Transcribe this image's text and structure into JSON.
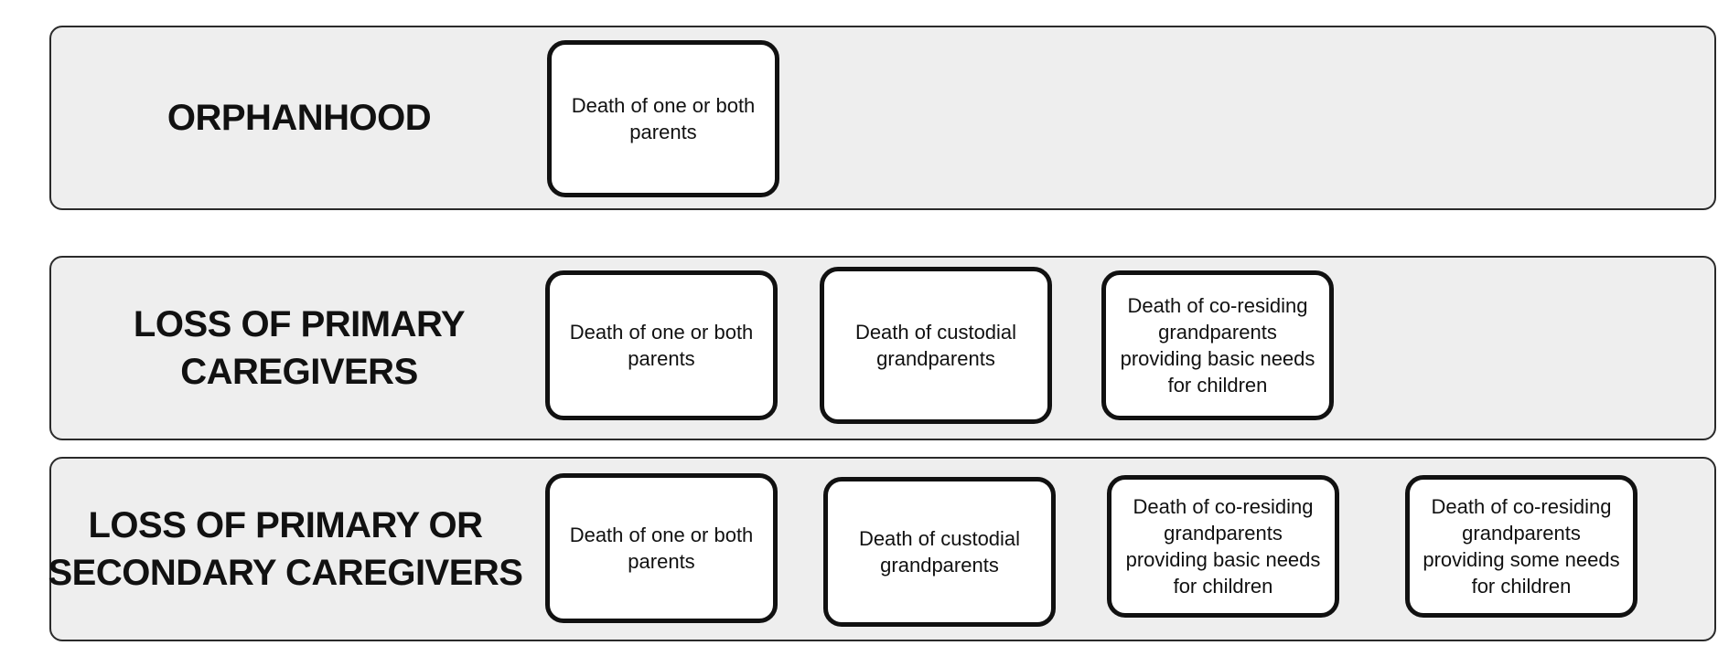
{
  "rows": [
    {
      "title": "ORPHANHOOD",
      "boxes": [
        "Death of one or both parents"
      ]
    },
    {
      "title": "LOSS OF PRIMARY CAREGIVERS",
      "boxes": [
        "Death of one or both parents",
        "Death of custodial grandparents",
        "Death of co-residing grandparents providing basic needs for children"
      ]
    },
    {
      "title": "LOSS OF PRIMARY OR SECONDARY CAREGIVERS",
      "boxes": [
        "Death of one or both parents",
        "Death of custodial grandparents",
        "Death of co-residing grandparents providing basic needs for children",
        "Death of co-residing grandparents providing some needs for children"
      ]
    }
  ]
}
